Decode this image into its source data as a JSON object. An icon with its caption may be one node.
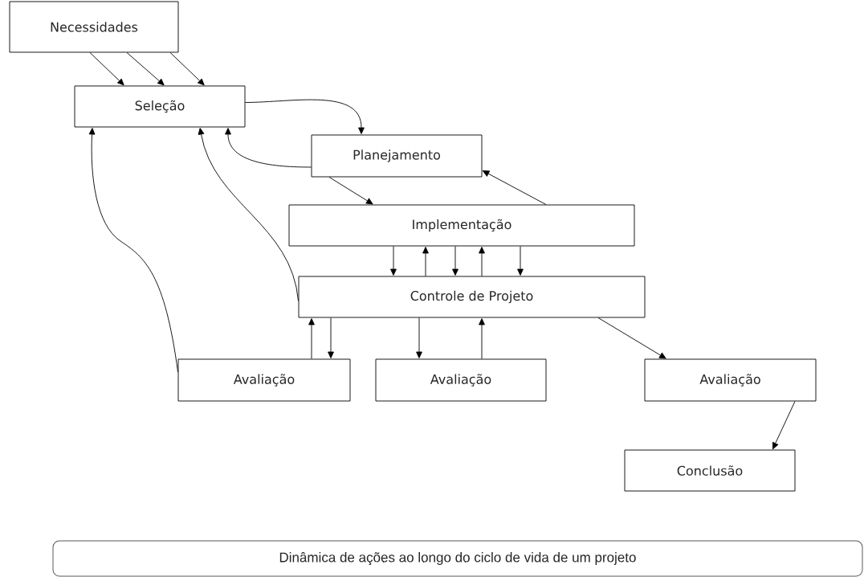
{
  "diagram": {
    "nodes": [
      {
        "text": [
          "Necessidades"
        ]
      },
      {
        "text": [
          "Seleção"
        ]
      },
      {
        "text": [
          "Planejamento"
        ]
      },
      {
        "text": [
          "Implementação"
        ]
      },
      {
        "text": [
          "Controle de Projeto"
        ]
      },
      {
        "text": [
          "Avaliação"
        ]
      },
      {
        "text": [
          "Avaliação"
        ]
      },
      {
        "text": [
          "Avaliação"
        ]
      },
      {
        "text": [
          "Conclusão"
        ]
      },
      {
        "text": [
          "Dinâmica de ações ao longo do ciclo de vida de um projeto"
        ]
      }
    ],
    "edges": [
      {
        "from": 0,
        "to": 1,
        "arrow": "to"
      },
      {
        "from": 0,
        "to": 1,
        "arrow": "to"
      },
      {
        "from": 0,
        "to": 1,
        "arrow": "to"
      },
      {
        "from": 1,
        "to": 2,
        "arrow": "to"
      },
      {
        "from": 2,
        "to": 1,
        "arrow": "to"
      },
      {
        "from": 2,
        "to": 3,
        "arrow": "to"
      },
      {
        "from": 3,
        "to": 2,
        "arrow": "to"
      },
      {
        "from": 3,
        "to": 4,
        "arrow": "to"
      },
      {
        "from": 4,
        "to": 3,
        "arrow": "to"
      },
      {
        "from": 3,
        "to": 4,
        "arrow": "to"
      },
      {
        "from": 4,
        "to": 3,
        "arrow": "to"
      },
      {
        "from": 3,
        "to": 4,
        "arrow": "to"
      },
      {
        "from": 4,
        "to": 1,
        "arrow": "to"
      },
      {
        "from": 5,
        "to": 1,
        "arrow": "to"
      },
      {
        "from": 5,
        "to": 4,
        "arrow": "to"
      },
      {
        "from": 4,
        "to": 5,
        "arrow": "to"
      },
      {
        "from": 4,
        "to": 6,
        "arrow": "to"
      },
      {
        "from": 6,
        "to": 4,
        "arrow": "to"
      },
      {
        "from": 4,
        "to": 7,
        "arrow": "to"
      },
      {
        "from": 7,
        "to": 8,
        "arrow": "to"
      }
    ]
  }
}
